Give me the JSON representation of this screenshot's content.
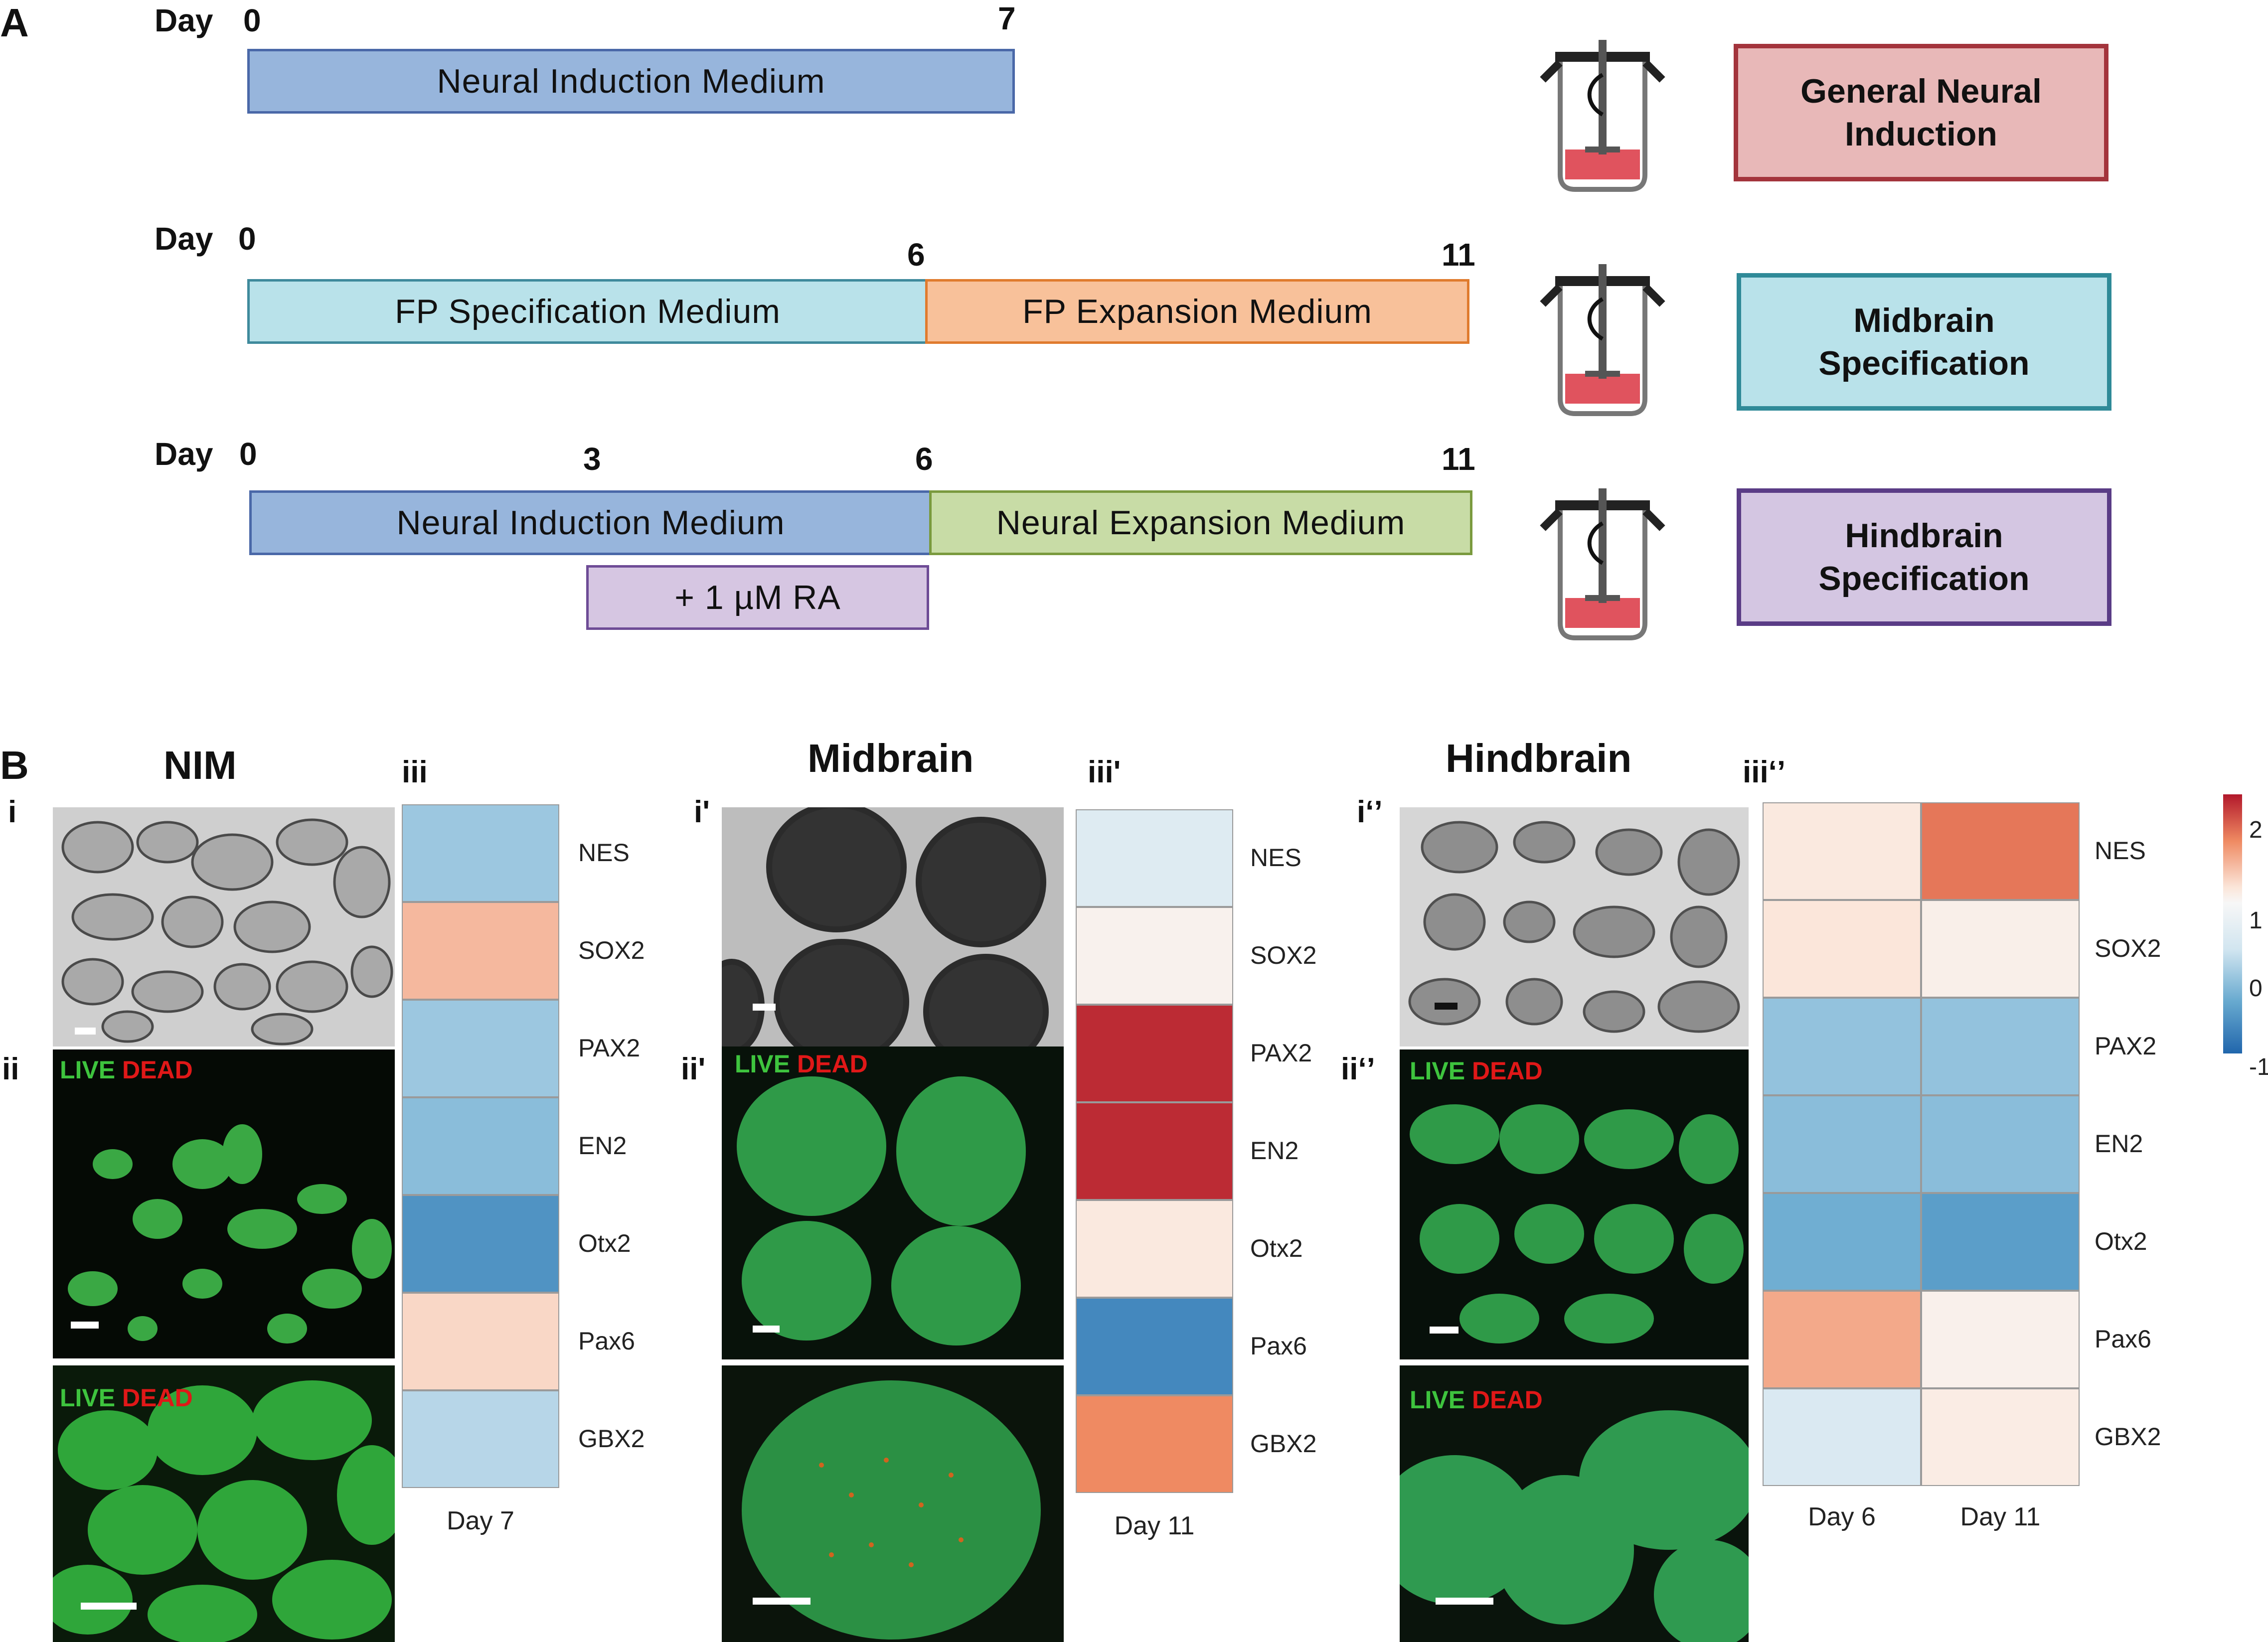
{
  "panel_a": {
    "letter": "A",
    "rows": [
      {
        "day_label": "Day",
        "ticks": [
          "0",
          "7"
        ],
        "bars": [
          {
            "label": "Neural  Induction  Medium",
            "fill": "#97b5dc",
            "border": "#4a68a8"
          }
        ],
        "outcome": {
          "label": "General Neural Induction",
          "fill": "#e8b8b8",
          "border": "#a3343c"
        }
      },
      {
        "day_label": "Day",
        "ticks": [
          "0",
          "6",
          "11"
        ],
        "bars": [
          {
            "label": "FP  Specification  Medium",
            "fill": "#b9e2ea",
            "border": "#3f8a9c"
          },
          {
            "label": "FP  Expansion  Medium",
            "fill": "#f8c19a",
            "border": "#e07b2e"
          }
        ],
        "outcome": {
          "label": "Midbrain Specification",
          "fill": "#b9e2ea",
          "border": "#2f8a98"
        }
      },
      {
        "day_label": "Day",
        "ticks": [
          "0",
          "3",
          "6",
          "11"
        ],
        "bars": [
          {
            "label": "Neural  Induction  Medium",
            "fill": "#97b5dc",
            "border": "#4a68a8"
          },
          {
            "label": "Neural  Expansion  Medium",
            "fill": "#c8dca6",
            "border": "#7a9a3e"
          },
          {
            "label": "+ 1 µM RA",
            "fill": "#d6c6e2",
            "border": "#6e4c96"
          }
        ],
        "outcome": {
          "label": "Hindbrain Specification",
          "fill": "#d4c6e2",
          "border": "#5a3c86"
        }
      }
    ]
  },
  "panel_b": {
    "letter": "B",
    "groups": [
      {
        "title": "NIM",
        "sub_labels": [
          "i",
          "ii",
          "iii"
        ],
        "live_label": "LIVE",
        "dead_label": "DEAD",
        "heatmap": {
          "columns": [
            "Day 7"
          ]
        }
      },
      {
        "title": "Midbrain",
        "sub_labels": [
          "i'",
          "ii'",
          "iii'"
        ],
        "live_label": "LIVE",
        "dead_label": "DEAD",
        "heatmap": {
          "columns": [
            "Day 11"
          ]
        }
      },
      {
        "title": "Hindbrain",
        "sub_labels": [
          "i‘’",
          "ii‘’",
          "iii‘’"
        ],
        "live_label": "LIVE",
        "dead_label": "DEAD",
        "heatmap": {
          "columns": [
            "Day 6",
            "Day 11"
          ]
        }
      }
    ],
    "genes": [
      "NES",
      "SOX2",
      "PAX2",
      "EN2",
      "Otx2",
      "Pax6",
      "GBX2"
    ]
  },
  "chart_data": [
    {
      "type": "heatmap",
      "rows": [
        "NES",
        "SOX2",
        "PAX2",
        "EN2",
        "Otx2",
        "Pax6",
        "GBX2"
      ],
      "columns": [
        "Day 7"
      ],
      "values": [
        [
          -0.3
        ],
        [
          1.5
        ],
        [
          -0.3
        ],
        [
          -0.4
        ],
        [
          -0.8
        ],
        [
          1.3
        ],
        [
          -0.15
        ]
      ]
    },
    {
      "type": "heatmap",
      "rows": [
        "NES",
        "SOX2",
        "PAX2",
        "EN2",
        "Otx2",
        "Pax6",
        "GBX2"
      ],
      "columns": [
        "Day 11"
      ],
      "values": [
        [
          0.2
        ],
        [
          0.8
        ],
        [
          2.3
        ],
        [
          2.3
        ],
        [
          1.1
        ],
        [
          -0.9
        ],
        [
          1.8
        ]
      ]
    },
    {
      "type": "heatmap",
      "rows": [
        "NES",
        "SOX2",
        "PAX2",
        "EN2",
        "Otx2",
        "Pax6",
        "GBX2"
      ],
      "columns": [
        "Day 6",
        "Day 11"
      ],
      "values": [
        [
          1.1,
          1.9
        ],
        [
          1.2,
          0.9
        ],
        [
          -0.35,
          -0.35
        ],
        [
          -0.4,
          -0.4
        ],
        [
          -0.55,
          -0.7
        ],
        [
          1.6,
          0.85
        ],
        [
          0.15,
          1.0
        ]
      ]
    }
  ],
  "colorbar": {
    "ticks": [
      "2",
      "1",
      "0",
      "-1"
    ],
    "range": [
      -1.2,
      2.4
    ],
    "colors": [
      "#b2182b",
      "#ef8a62",
      "#fbe6da",
      "#f7f7f7",
      "#d1e5f0",
      "#67a9cf",
      "#2166ac"
    ]
  }
}
